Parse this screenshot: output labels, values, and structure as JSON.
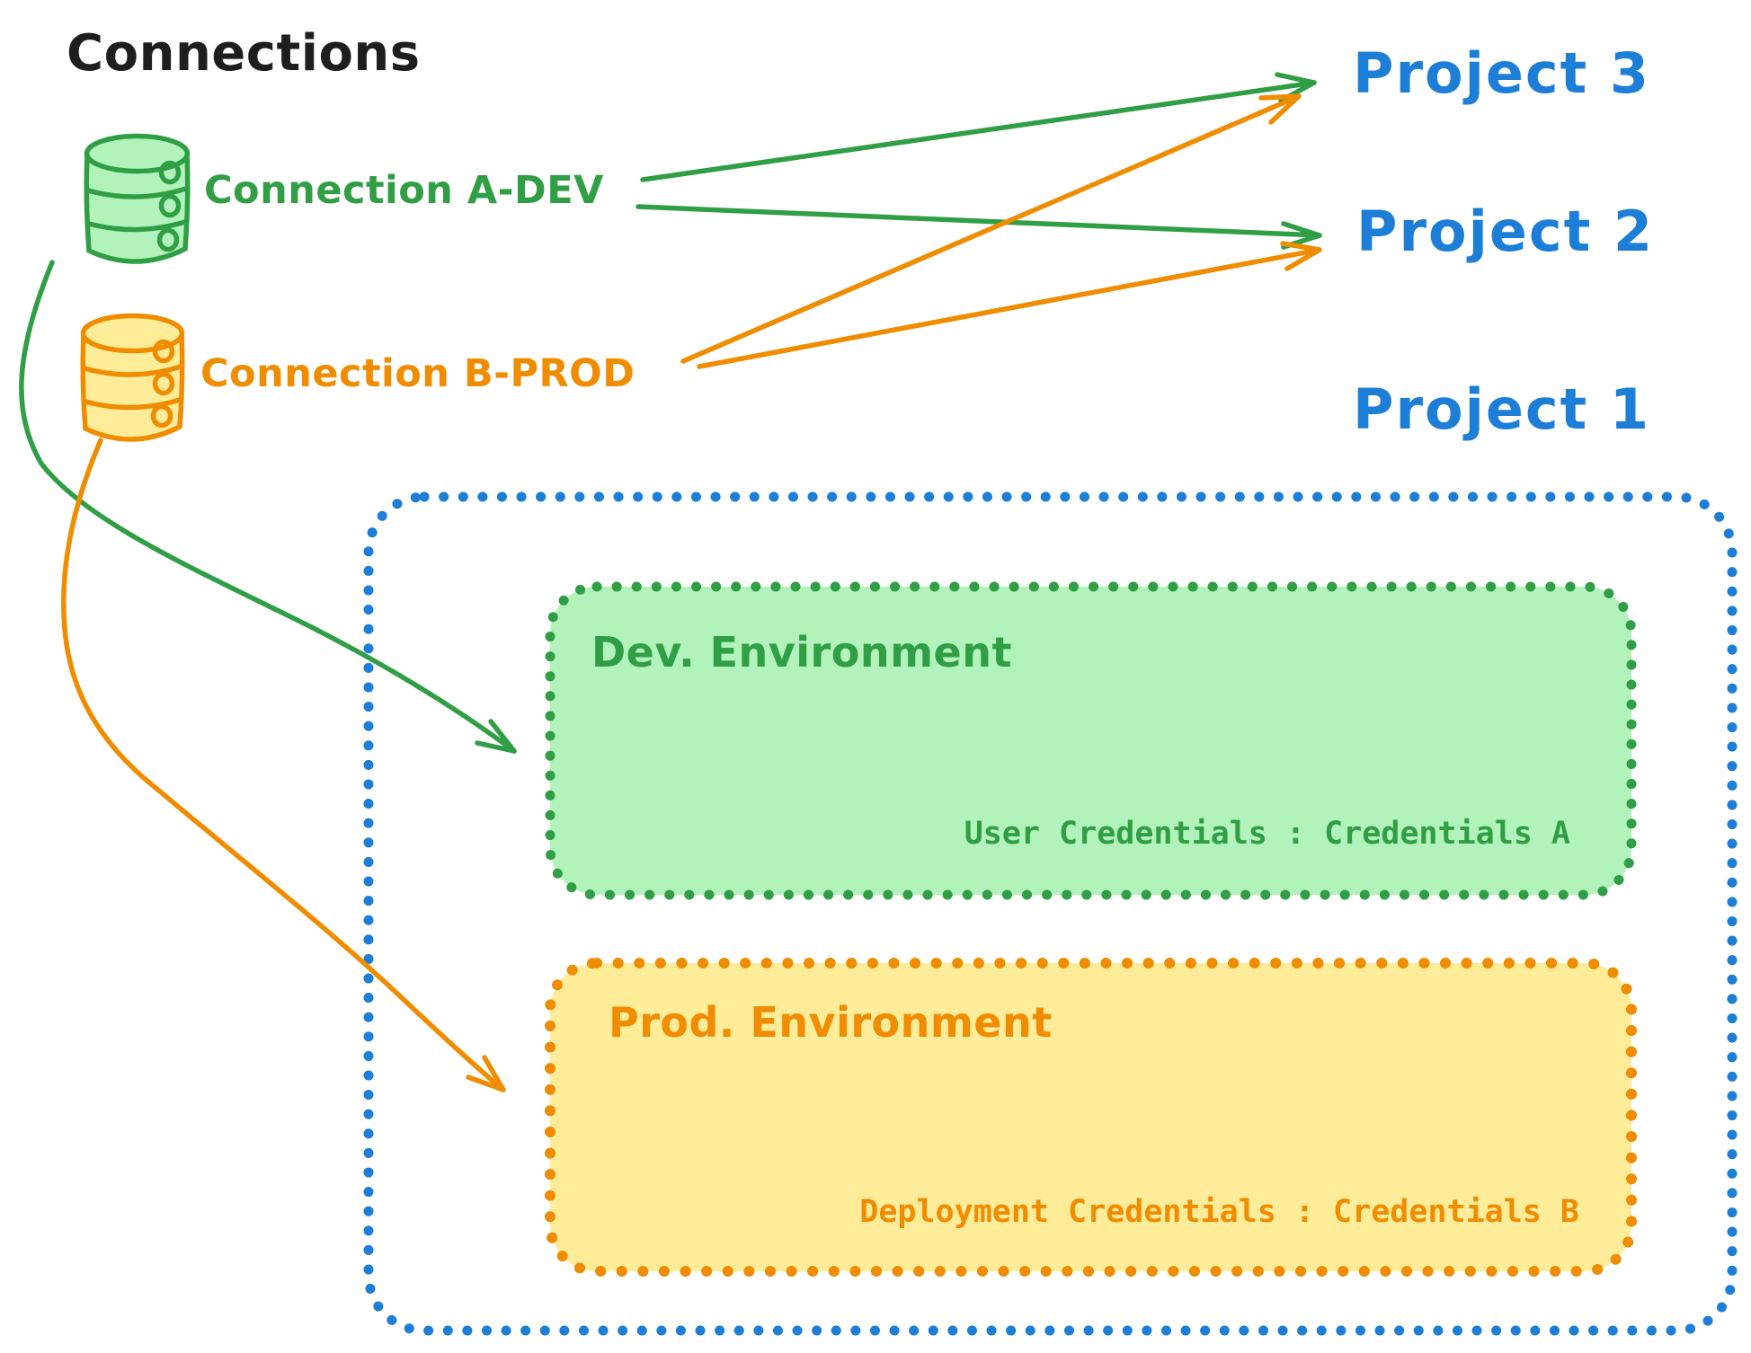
{
  "palette": {
    "ink_black": "#1e1e1e",
    "green_stroke": "#2f9e44",
    "green_fill": "#b2f2bb",
    "orange_stroke": "#f08c00",
    "orange_fill": "#ffec99",
    "blue_stroke": "#1c7ed6",
    "background": "#ffffff"
  },
  "title": {
    "label": "Connections"
  },
  "connections": {
    "dev": {
      "label": "Connection A-DEV",
      "icon": "database-cylinder-icon",
      "color": "#2f9e44"
    },
    "prod": {
      "label": "Connection B-PROD",
      "icon": "database-cylinder-icon",
      "color": "#f08c00"
    }
  },
  "projects": {
    "p3": {
      "label": "Project 3"
    },
    "p2": {
      "label": "Project 2"
    },
    "p1": {
      "label": "Project 1"
    }
  },
  "project1": {
    "dev_environment": {
      "title": "Dev. Environment",
      "credentials": "User Credentials : Credentials A"
    },
    "prod_environment": {
      "title": "Prod. Environment",
      "credentials": "Deployment Credentials : Credentials B"
    }
  },
  "arrows": [
    {
      "from": "Connection A-DEV",
      "to": "Project 3",
      "color": "#2f9e44",
      "style": "straight"
    },
    {
      "from": "Connection A-DEV",
      "to": "Project 2",
      "color": "#2f9e44",
      "style": "straight"
    },
    {
      "from": "Connection B-PROD",
      "to": "Project 3",
      "color": "#f08c00",
      "style": "straight"
    },
    {
      "from": "Connection B-PROD",
      "to": "Project 2",
      "color": "#f08c00",
      "style": "straight"
    },
    {
      "from": "Connection A-DEV",
      "to": "Dev. Environment",
      "color": "#2f9e44",
      "style": "curved"
    },
    {
      "from": "Connection B-PROD",
      "to": "Prod. Environment",
      "color": "#f08c00",
      "style": "curved"
    }
  ]
}
